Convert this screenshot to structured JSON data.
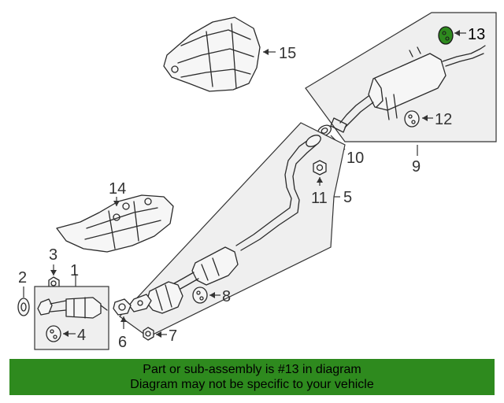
{
  "callouts": {
    "c1": "1",
    "c2": "2",
    "c3": "3",
    "c4": "4",
    "c5": "5",
    "c6": "6",
    "c7": "7",
    "c8": "8",
    "c9": "9",
    "c10": "10",
    "c11": "11",
    "c12": "12",
    "c13": "13",
    "c14": "14",
    "c15": "15"
  },
  "highlight": {
    "part": "13",
    "color": "#2e8a1e"
  },
  "banner": {
    "line1": "Part or sub-assembly is #13 in diagram",
    "line2": "Diagram may not be specific to your vehicle",
    "color": "#2e8a1e"
  }
}
